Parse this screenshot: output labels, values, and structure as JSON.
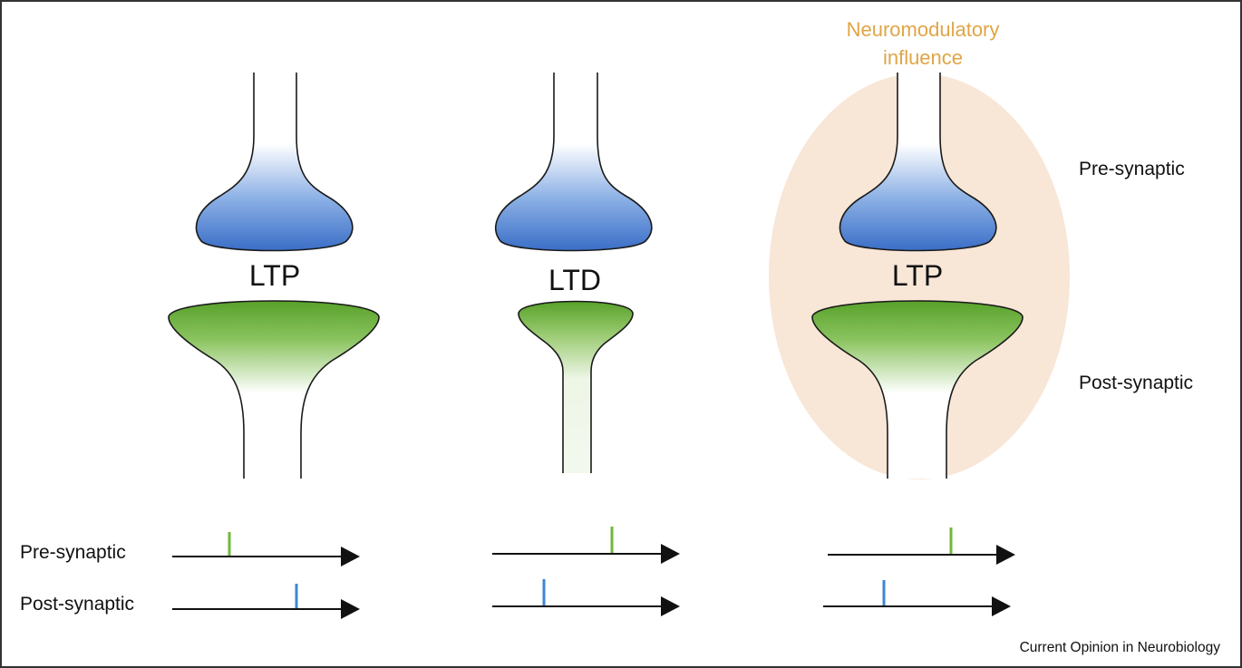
{
  "panels": [
    {
      "label": "LTP",
      "neuromodulated": false
    },
    {
      "label": "LTD",
      "neuromodulated": false
    },
    {
      "label": "LTP",
      "neuromodulated": true
    }
  ],
  "neuromodulatory_label": [
    "Neuromodulatory",
    "influence"
  ],
  "side_labels": {
    "pre": "Pre-synaptic",
    "post": "Post-synaptic"
  },
  "timeline_labels": {
    "pre": "Pre-synaptic",
    "post": "Post-synaptic"
  },
  "spike_timing": [
    {
      "panel": 1,
      "order": "pre-before-post"
    },
    {
      "panel": 2,
      "order": "post-before-pre"
    },
    {
      "panel": 3,
      "order": "post-before-pre"
    }
  ],
  "credit": "Current Opinion in Neurobiology",
  "colors": {
    "presynaptic": "#3f73c9",
    "postsynaptic": "#5ea52c",
    "pre_spike": "#72b73b",
    "post_spike": "#3f86d6",
    "neuromodulation_fill": "#f8e6d7",
    "neuromodulation_text": "#e0a546"
  }
}
